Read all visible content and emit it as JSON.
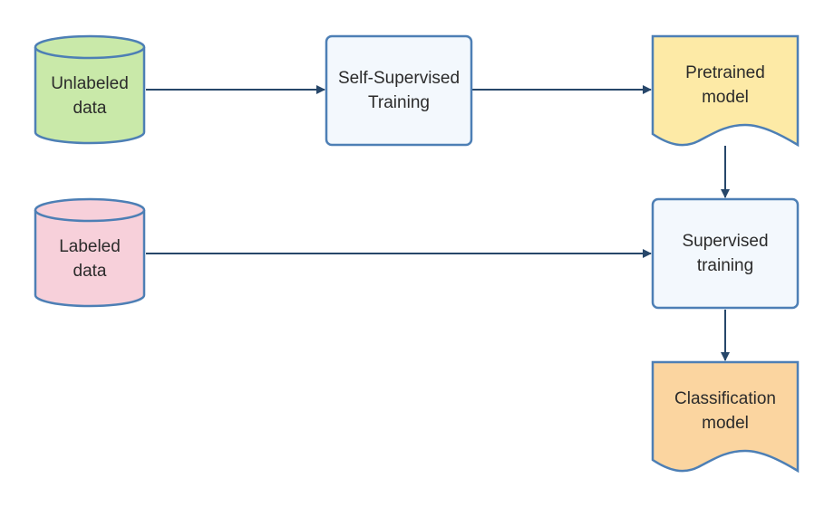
{
  "nodes": {
    "unlabeled_data": {
      "label": "Unlabeled\ndata",
      "shape": "database",
      "fill": "#c9e9a9",
      "stroke": "#4d7fb5"
    },
    "labeled_data": {
      "label": "Labeled\ndata",
      "shape": "database",
      "fill": "#f7d0da",
      "stroke": "#4d7fb5"
    },
    "self_supervised_training": {
      "label": "Self-Supervised\nTraining",
      "shape": "process",
      "fill": "#f3f8fd",
      "stroke": "#4d7fb5"
    },
    "pretrained_model": {
      "label": "Pretrained\nmodel",
      "shape": "document",
      "fill": "#fdeaa6",
      "stroke": "#4d7fb5"
    },
    "supervised_training": {
      "label": "Supervised\ntraining",
      "shape": "process",
      "fill": "#f3f8fd",
      "stroke": "#4d7fb5"
    },
    "classification_model": {
      "label": "Classification\nmodel",
      "shape": "document",
      "fill": "#fbd5a0",
      "stroke": "#4d7fb5"
    }
  },
  "edges": [
    {
      "from": "unlabeled_data",
      "to": "self_supervised_training"
    },
    {
      "from": "self_supervised_training",
      "to": "pretrained_model"
    },
    {
      "from": "pretrained_model",
      "to": "supervised_training"
    },
    {
      "from": "labeled_data",
      "to": "supervised_training"
    },
    {
      "from": "supervised_training",
      "to": "classification_model"
    }
  ],
  "colors": {
    "edge": "#27476a"
  }
}
